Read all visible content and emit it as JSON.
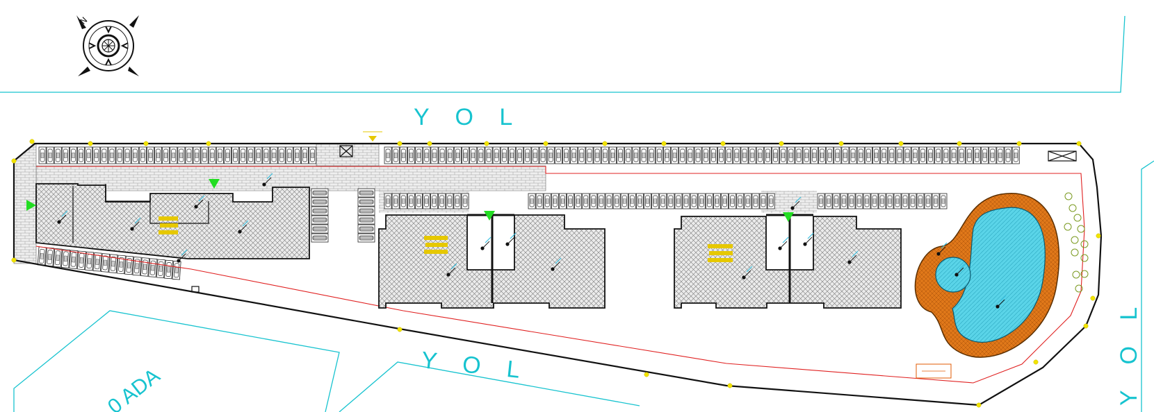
{
  "roads": {
    "top": "Y O L",
    "bottom": "Y O L",
    "right": "Y O L"
  },
  "parcel": {
    "label": "0 ADA"
  },
  "compass": {
    "north_letter": "N",
    "icon": "compass-icon"
  },
  "colors": {
    "road_line": "#17c3cf",
    "boundary": "#111111",
    "setback": "#e02020",
    "pool_water": "#57d6ea",
    "pool_deck": "#e07a18",
    "entry_marker": "#22dd22",
    "node_marker": "#f2e400",
    "building_hatch": "#888888"
  }
}
